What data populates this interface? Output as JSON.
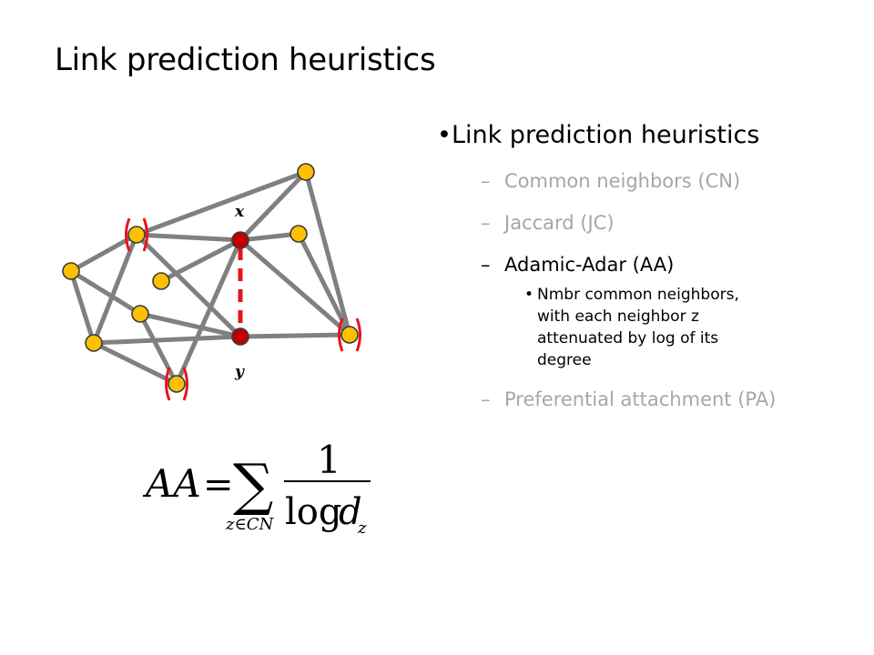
{
  "slide": {
    "title": "Link prediction heuristics"
  },
  "bullets": {
    "main": "Link prediction heuristics",
    "bullet_char": "•",
    "dash_char": "–",
    "items": [
      {
        "label": "Common neighbors (CN)",
        "muted": true
      },
      {
        "label": "Jaccard (JC)",
        "muted": true
      },
      {
        "label": "Adamic-Adar (AA)",
        "muted": false,
        "sub": "Nmbr common neighbors, with each neighbor z attenuated by log of its degree"
      },
      {
        "label": "Preferential attachment (PA)",
        "muted": true
      }
    ]
  },
  "graph": {
    "label_x": "x",
    "label_y": "y",
    "colors": {
      "edge": "#808080",
      "node_fill": "#ffc000",
      "node_stroke": "#3a3a3a",
      "highlight_node": "#c00000",
      "predicted_link": "#e8141c",
      "bracket": "#e8141c"
    }
  },
  "formula": {
    "lhs": "AA",
    "equals": "=",
    "sum_symbol": "∑",
    "subscript": "z∈CN",
    "numerator": "1",
    "denominator_log": "log",
    "denominator_var": "d",
    "denominator_sub": "z"
  }
}
